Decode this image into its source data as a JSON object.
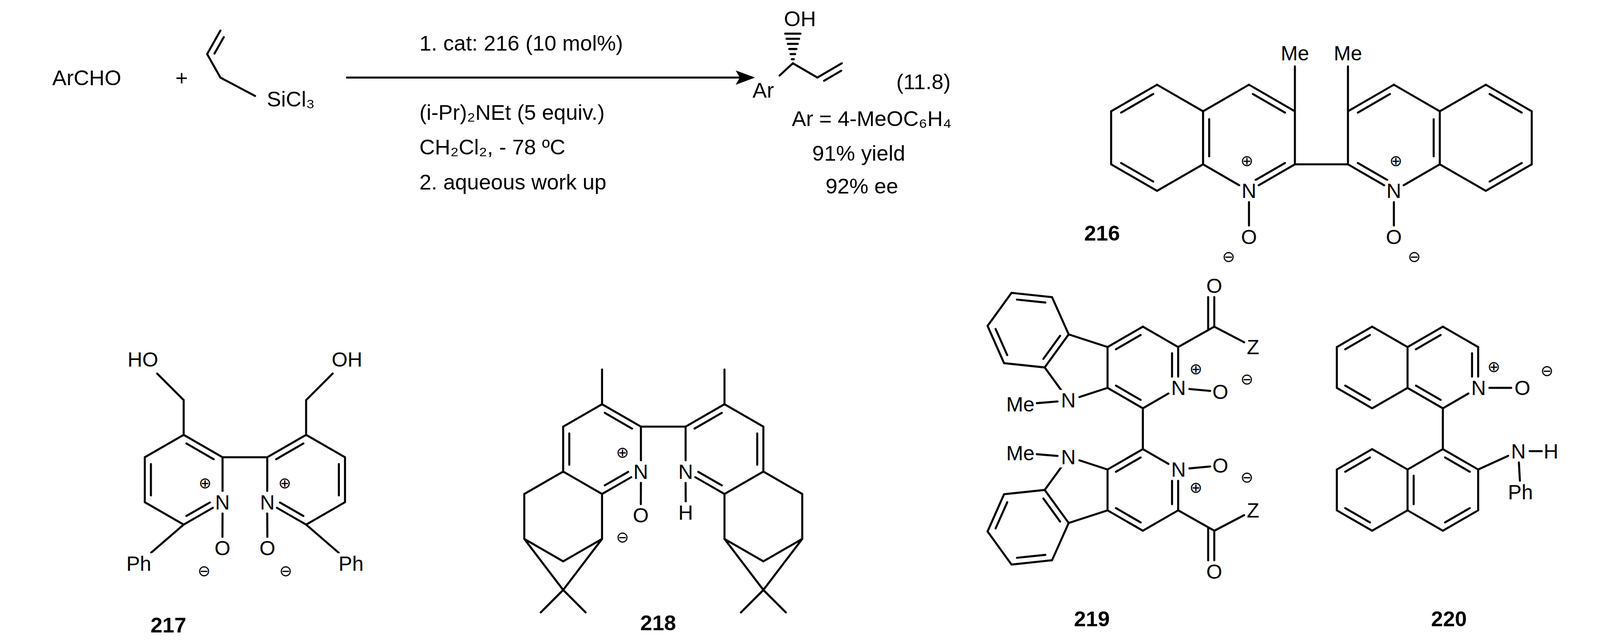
{
  "diagram": {
    "labels": [
      "ArCHO",
      "+",
      "SiCl₃",
      "1. cat: 216 (10 mol%)",
      "(i-Pr)₂NEt (5 equiv.)",
      "CH₂Cl₂, - 78 ºC",
      "2. aqueous work up",
      "OH",
      "Ar",
      "(11.8)",
      "Ar = 4-MeOC₆H₄",
      "91% yield",
      "92% ee",
      "Me",
      "Me",
      "⊕",
      "N",
      "O",
      "⊖",
      "⊕",
      "N",
      "O",
      "⊖",
      "216",
      "HO",
      "OH",
      "⊕",
      "N",
      "O",
      "⊖",
      "Ph",
      "⊕",
      "N",
      "O",
      "⊖",
      "Ph",
      "217",
      "⊕",
      "N",
      "O",
      "⊖",
      "N",
      "H",
      "218",
      "N",
      "Me",
      "⊕",
      "N",
      "O",
      "⊖",
      "O",
      "Z",
      "N",
      "Me",
      "⊕",
      "N",
      "O",
      "⊖",
      "O",
      "Z",
      "219",
      "⊕",
      "N",
      "O",
      "⊖",
      "N",
      "H",
      "Ph",
      "220"
    ]
  }
}
